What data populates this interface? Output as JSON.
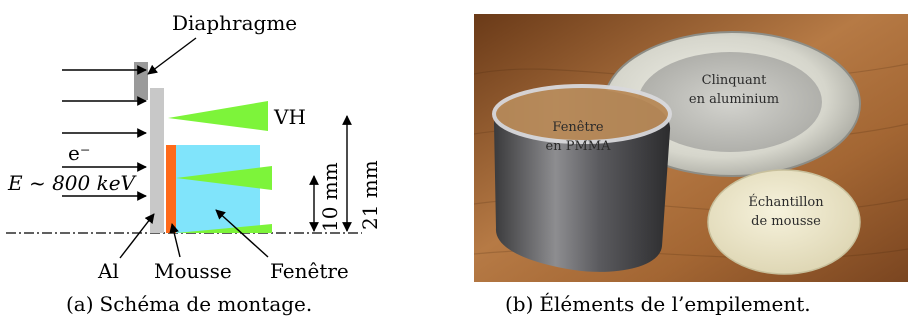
{
  "panel_a": {
    "labels": {
      "diaphragme": "Diaphragme",
      "vh": "VH",
      "electron": "e⁻",
      "energy": "E ~ 800 keV",
      "al": "Al",
      "mousse": "Mousse",
      "fenetre": "Fenêtre",
      "dim_10": "10 mm",
      "dim_21": "21 mm"
    },
    "caption_letter": "(a)",
    "caption": "Schéma de montage."
  },
  "panel_b": {
    "labels": {
      "clinquant_line1": "Clinquant",
      "clinquant_line2": "en aluminium",
      "fenetre_line1": "Fenêtre",
      "fenetre_line2": "en PMMA",
      "echantillon_line1": "Échantillon",
      "echantillon_line2": "de mousse"
    },
    "caption_letter": "(b)",
    "caption": "Éléments de l’empilement."
  },
  "colors": {
    "diaphragm_gray": "#9a9a9a",
    "aluminium_gray": "#c8c8c8",
    "foam_orange": "#ff6a1a",
    "window_cyan": "#80e4fb",
    "beam_green": "#7df43a"
  }
}
